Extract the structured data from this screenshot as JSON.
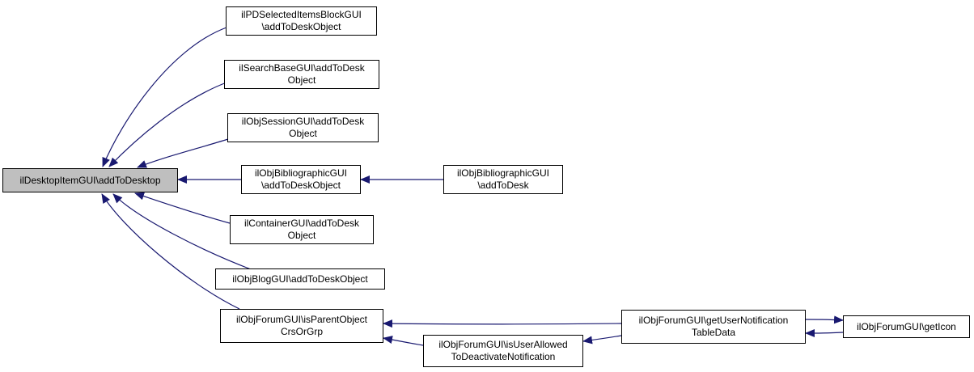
{
  "graph": {
    "colors": {
      "edge": "#191970",
      "root_fill": "#bfbfbf",
      "node_fill": "#ffffff",
      "border": "#000000"
    },
    "nodes": {
      "root": {
        "lines": [
          "ilDesktopItemGUI\\addToDesktop"
        ]
      },
      "pdselected": {
        "lines": [
          "ilPDSelectedItemsBlockGUI",
          "\\addToDeskObject"
        ]
      },
      "searchbase": {
        "lines": [
          "ilSearchBaseGUI\\addToDesk",
          "Object"
        ]
      },
      "objsession": {
        "lines": [
          "ilObjSessionGUI\\addToDesk",
          "Object"
        ]
      },
      "objbiblio": {
        "lines": [
          "ilObjBibliographicGUI",
          "\\addToDeskObject"
        ]
      },
      "container": {
        "lines": [
          "ilContainerGUI\\addToDesk",
          "Object"
        ]
      },
      "objblog": {
        "lines": [
          "ilObjBlogGUI\\addToDeskObject"
        ]
      },
      "forumparent": {
        "lines": [
          "ilObjForumGUI\\isParentObject",
          "CrsOrGrp"
        ]
      },
      "biblio2": {
        "lines": [
          "ilObjBibliographicGUI",
          "\\addToDesk"
        ]
      },
      "userallowed": {
        "lines": [
          "ilObjForumGUI\\isUserAllowed",
          "ToDeactivateNotification"
        ]
      },
      "getusernotif": {
        "lines": [
          "ilObjForumGUI\\getUserNotification",
          "TableData"
        ]
      },
      "geticon": {
        "lines": [
          "ilObjForumGUI\\getIcon"
        ]
      }
    }
  }
}
